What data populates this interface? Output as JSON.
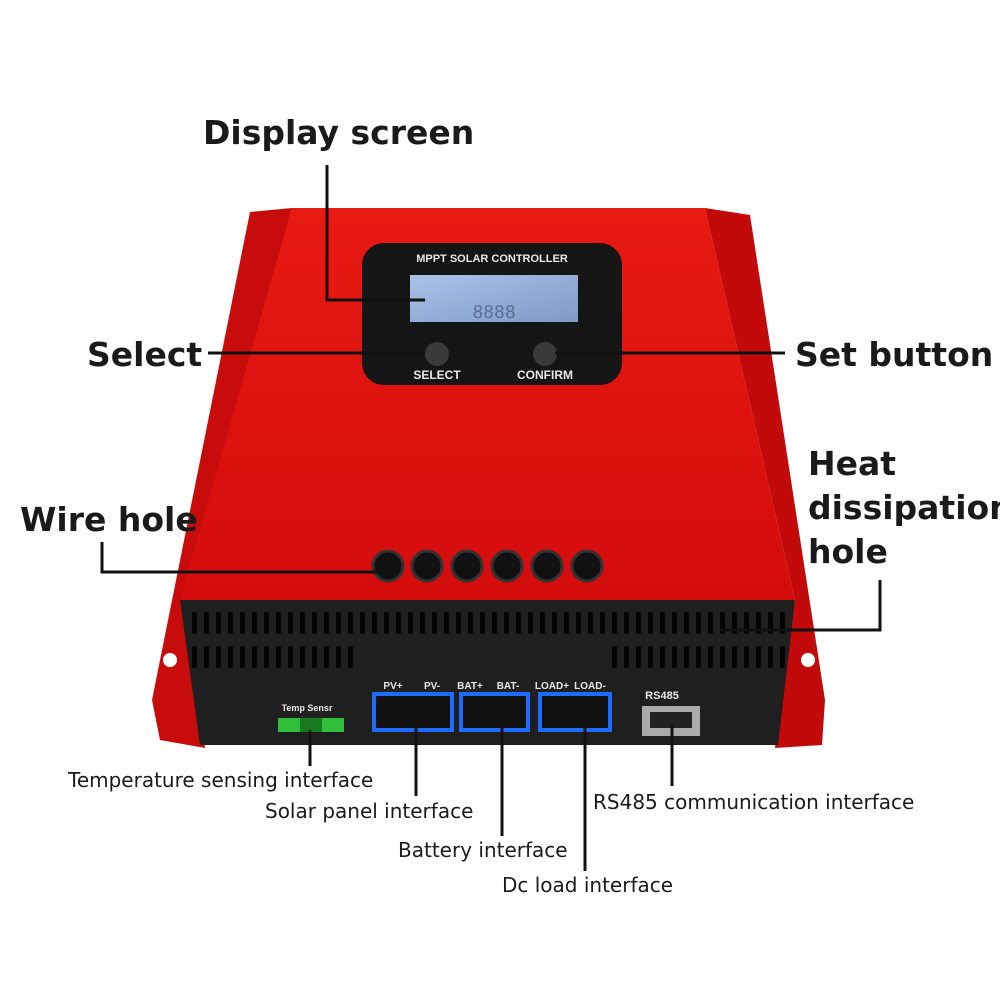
{
  "device": {
    "panel_title": "MPPT SOLAR CONTROLLER",
    "select_button": "SELECT",
    "confirm_button": "CONFIRM",
    "temp_port": "Temp Sensr",
    "pv_plus": "PV+",
    "pv_minus": "PV-",
    "bat_plus": "BAT+",
    "bat_minus": "BAT-",
    "load_plus": "LOAD+",
    "load_minus": "LOAD-",
    "rs485_port": "RS485",
    "body_color": "#e01010",
    "port_color": "#1e6cff"
  },
  "callouts": {
    "display_screen": "Display screen",
    "select": "Select",
    "set_button": "Set button",
    "wire_hole": "Wire hole",
    "heat_1": "Heat",
    "heat_2": "dissipation",
    "heat_3": "hole",
    "temperature": "Temperature sensing interface",
    "solar": "Solar panel interface",
    "battery": "Battery interface",
    "dc_load": "Dc load interface",
    "rs485": "RS485 communication interface"
  }
}
